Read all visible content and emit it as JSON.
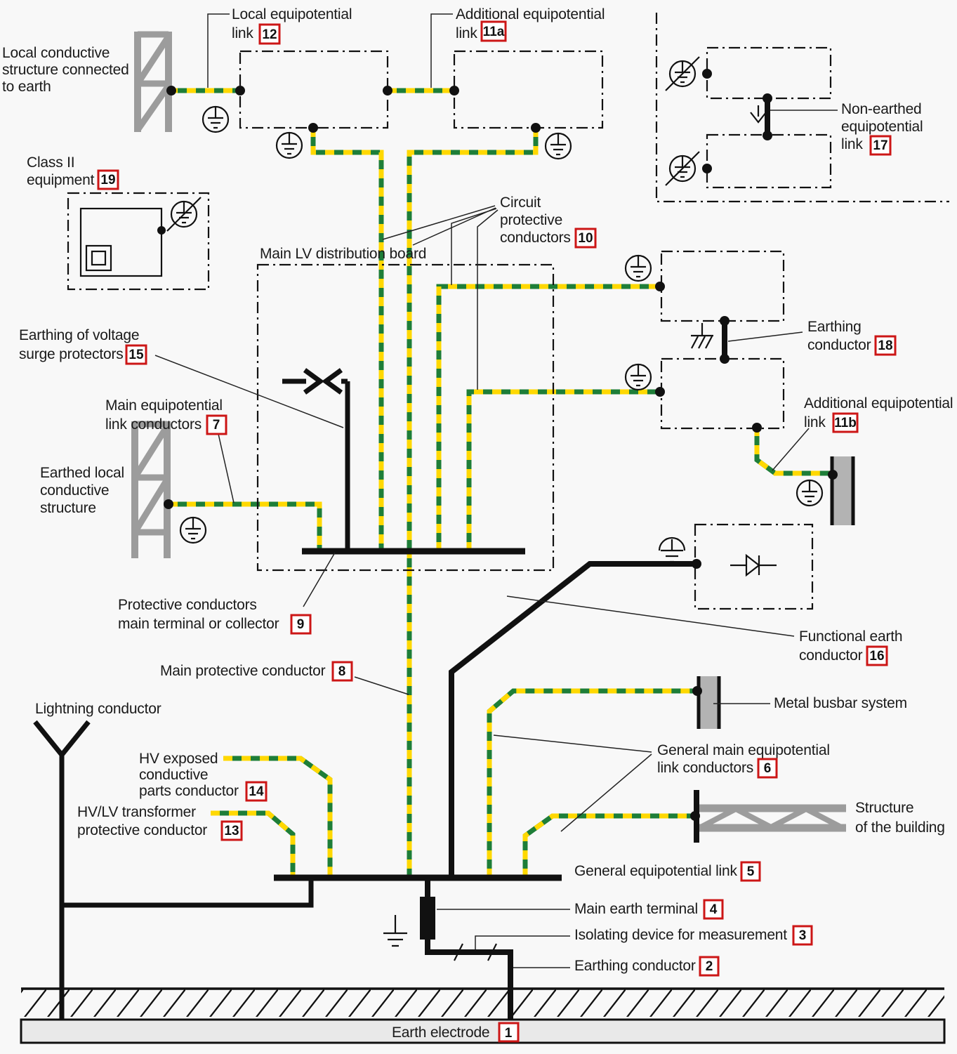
{
  "diagram": {
    "type": "earthing-protection-scheme",
    "colors": {
      "conductor_green": "#1e7e38",
      "conductor_yellow": "#ffd800",
      "reference_red": "#cc1616",
      "structure_gray": "#9c9c9c",
      "electrode_gray": "#e9e9e9",
      "ink": "#111111",
      "background": "#f8f8f8"
    },
    "labels": {
      "local_structure": [
        "Local conductive",
        "structure connected",
        "to earth"
      ],
      "local_link": {
        "lines": [
          "Local equipotential",
          "link"
        ],
        "num": "12"
      },
      "additional_link_a": {
        "lines": [
          "Additional equipotential",
          "link"
        ],
        "num": "11a"
      },
      "non_earthed_link": {
        "lines": [
          "Non-earthed",
          "equipotential",
          "link"
        ],
        "num": "17"
      },
      "class2_equipment": {
        "lines": [
          "Class II",
          "equipment"
        ],
        "num": "19"
      },
      "main_lv_board": "Main LV distribution board",
      "circuit_protective": {
        "lines": [
          "Circuit",
          "protective",
          "conductors"
        ],
        "num": "10"
      },
      "earthing_conductor_right": {
        "lines": [
          "Earthing",
          "conductor"
        ],
        "num": "18"
      },
      "surge_earthing": {
        "lines": [
          "Earthing of voltage",
          "surge protectors"
        ],
        "num": "15"
      },
      "main_equipotential": {
        "lines": [
          "Main equipotential",
          "link conductors"
        ],
        "num": "7"
      },
      "earthed_structure": [
        "Earthed local",
        "conductive",
        "structure"
      ],
      "additional_link_b": {
        "lines": [
          "Additional equipotential",
          "link"
        ],
        "num": "11b"
      },
      "collector": {
        "lines": [
          "Protective conductors",
          "main terminal or collector"
        ],
        "num": "9"
      },
      "functional_earth": {
        "lines": [
          "Functional earth",
          "conductor"
        ],
        "num": "16"
      },
      "main_protective": {
        "text": "Main protective conductor",
        "num": "8"
      },
      "metal_busbar": "Metal busbar system",
      "lightning": "Lightning conductor",
      "general_main_equipotential": {
        "lines": [
          "General main equipotential",
          "link conductors"
        ],
        "num": "6"
      },
      "building_structure": [
        "Structure",
        "of the building"
      ],
      "hv_exposed": {
        "lines": [
          "HV exposed",
          "conductive",
          "parts conductor"
        ],
        "num": "14"
      },
      "hv_lv_transformer": {
        "lines": [
          "HV/LV transformer",
          "protective conductor"
        ],
        "num": "13"
      },
      "general_link": {
        "text": "General equipotential link",
        "num": "5"
      },
      "main_earth_terminal": {
        "text": "Main earth terminal",
        "num": "4"
      },
      "isolating_device": {
        "text": "Isolating device for measurement",
        "num": "3"
      },
      "earthing_conductor": {
        "text": "Earthing conductor",
        "num": "2"
      },
      "earth_electrode": {
        "text": "Earth electrode",
        "num": "1"
      }
    }
  }
}
